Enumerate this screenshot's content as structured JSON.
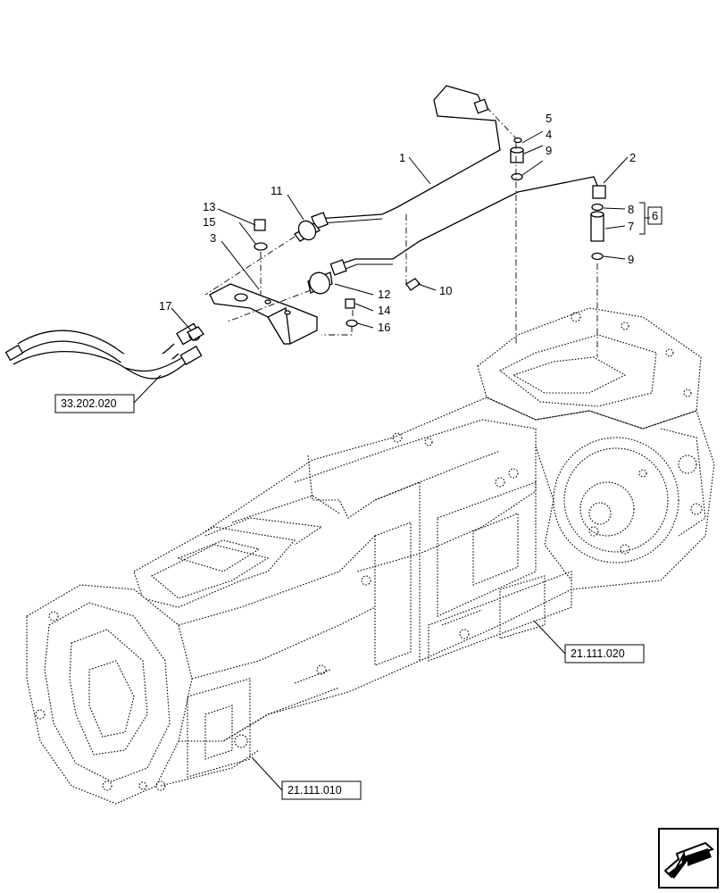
{
  "callouts": {
    "c1": "1",
    "c2": "2",
    "c3": "3",
    "c4": "4",
    "c5": "5",
    "c6": "6",
    "c7": "7",
    "c8": "8",
    "c9a": "9",
    "c9b": "9",
    "c10": "10",
    "c11": "11",
    "c12": "12",
    "c13": "13",
    "c14": "14",
    "c15": "15",
    "c16": "16",
    "c17": "17"
  },
  "references": {
    "r1": "33.202.020",
    "r2": "21.111.020",
    "r3": "21.111.010"
  },
  "colors": {
    "ink": "#000000",
    "paper": "#ffffff"
  },
  "icons": {
    "nav": "next-page-arrow-icon"
  }
}
